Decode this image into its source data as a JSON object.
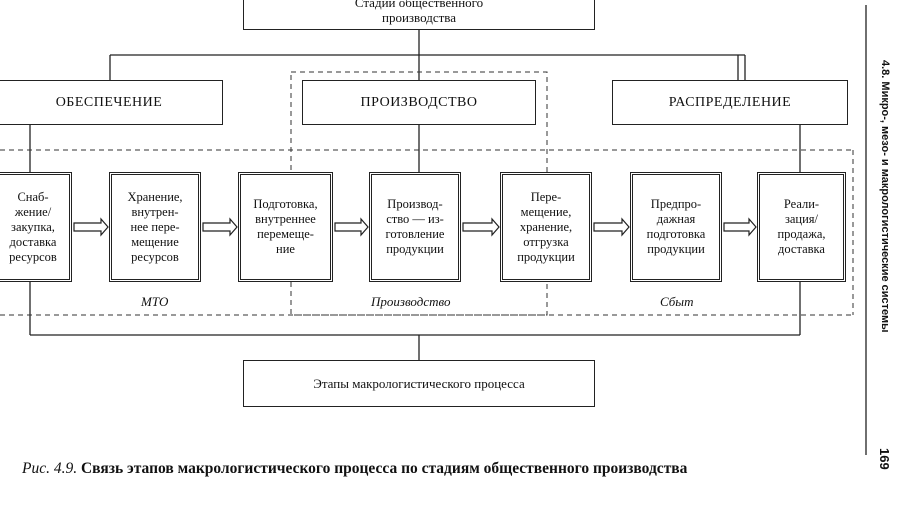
{
  "top_box": "Стадии общественного производства",
  "stages": [
    "ОБЕСПЕЧЕНИЕ",
    "ПРОИЗВОДСТВО",
    "РАСПРЕДЕЛЕНИЕ"
  ],
  "steps": [
    "Снаб-\nжение/\nзакупка,\nдоставка\nресурсов",
    "Хранение,\nвнутрен-\nнее пере-\nмещение\nресурсов",
    "Подготовка,\nвнутреннее\nперемеще-\nние",
    "Производ-\nство — из-\nготовление\nпродукции",
    "Пере-\nмещение,\nхранение,\nотгрузка\nпродукции",
    "Предпро-\nдажная\nподготовка\nпродукции",
    "Реали-\nзация/\nпродажа,\nдоставка"
  ],
  "group_labels": [
    "МТО",
    "Производство",
    "Сбыт"
  ],
  "bottom_box": "Этапы макрологистического процесса",
  "caption": {
    "prefix": "Рис. 4.9.",
    "text": "Связь этапов макрологистического процесса по стадиям общественного производства"
  },
  "side": {
    "title": "4.8. Микро-, мезо- и макрологистические системы",
    "page": "169"
  }
}
